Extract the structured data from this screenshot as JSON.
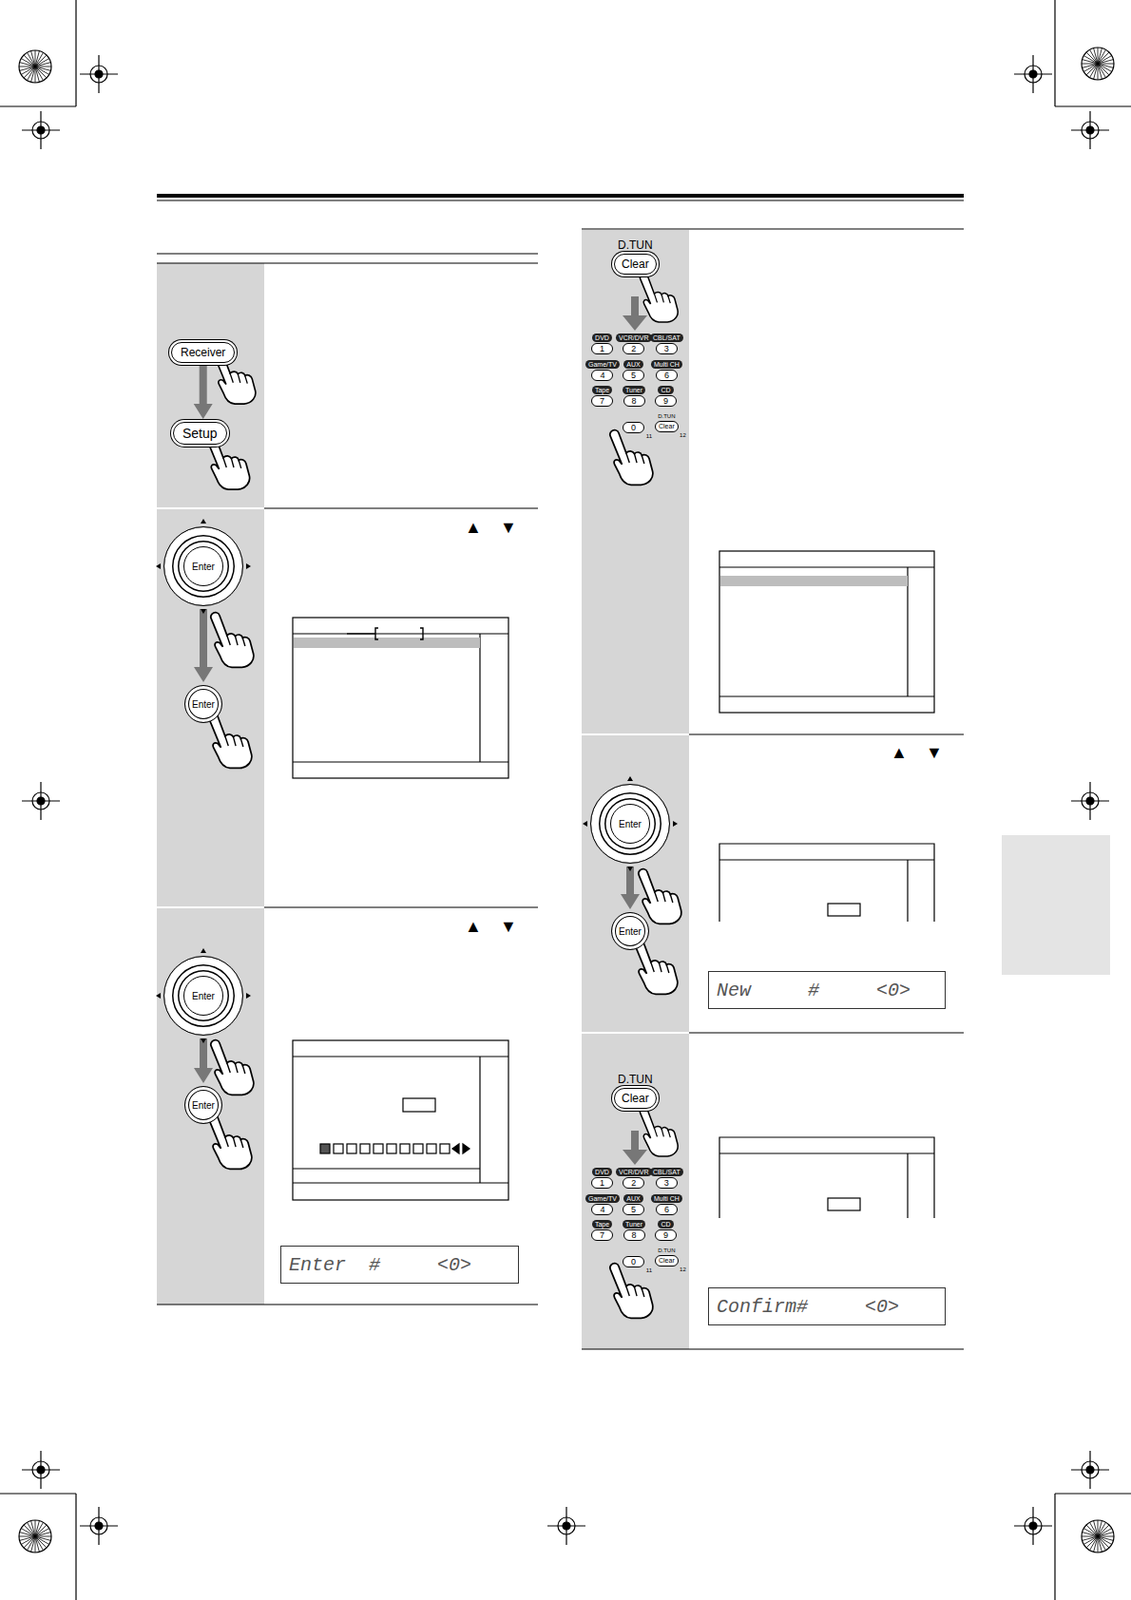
{
  "diagram": {
    "nodes": [
      {
        "text": [
          "Receiver"
        ]
      },
      {
        "text": [
          "Setup"
        ]
      },
      {
        "text": [
          "Enter"
        ]
      },
      {
        "text": [
          "Enter"
        ]
      },
      {
        "text": [
          "Enter"
        ]
      },
      {
        "text": [
          "Enter"
        ]
      },
      {
        "text": [
          "Enter  #     <0>"
        ]
      },
      {
        "text": [
          "D.TUN",
          "Clear"
        ]
      },
      {
        "text": [
          "DVD",
          "1"
        ]
      },
      {
        "text": [
          "VCR/DVR",
          "2"
        ]
      },
      {
        "text": [
          "CBL/SAT",
          "3"
        ]
      },
      {
        "text": [
          "Game/TV",
          "4"
        ]
      },
      {
        "text": [
          "AUX",
          "5"
        ]
      },
      {
        "text": [
          "Multi CH",
          "6"
        ]
      },
      {
        "text": [
          "Tape",
          "7"
        ]
      },
      {
        "text": [
          "Tuner",
          "8"
        ]
      },
      {
        "text": [
          "CD",
          "9"
        ]
      },
      {
        "text": [
          "0",
          "11"
        ]
      },
      {
        "text": [
          "D.TUN",
          "Clear",
          "12"
        ]
      },
      {
        "text": [
          "Enter"
        ]
      },
      {
        "text": [
          "Enter"
        ]
      },
      {
        "text": [
          "New     #     <0>"
        ]
      },
      {
        "text": [
          "D.TUN",
          "Clear"
        ]
      },
      {
        "text": [
          "DVD",
          "1"
        ]
      },
      {
        "text": [
          "VCR/DVR",
          "2"
        ]
      },
      {
        "text": [
          "CBL/SAT",
          "3"
        ]
      },
      {
        "text": [
          "Game/TV",
          "4"
        ]
      },
      {
        "text": [
          "AUX",
          "5"
        ]
      },
      {
        "text": [
          "Multi CH",
          "6"
        ]
      },
      {
        "text": [
          "Tape",
          "7"
        ]
      },
      {
        "text": [
          "Tuner",
          "8"
        ]
      },
      {
        "text": [
          "CD",
          "9"
        ]
      },
      {
        "text": [
          "0",
          "11"
        ]
      },
      {
        "text": [
          "D.TUN",
          "Clear",
          "12"
        ]
      },
      {
        "text": [
          "Confirm#     <0>"
        ]
      }
    ],
    "edges": [
      {
        "from": 0,
        "to": 1,
        "arrow": "to"
      },
      {
        "from": 2,
        "to": 3,
        "arrow": "to"
      },
      {
        "from": 4,
        "to": 5,
        "arrow": "to"
      },
      {
        "from": 19,
        "to": 20,
        "arrow": "to"
      }
    ],
    "labels": [
      "▲",
      "▼",
      "▲",
      "▼",
      "▲",
      "▼"
    ]
  }
}
